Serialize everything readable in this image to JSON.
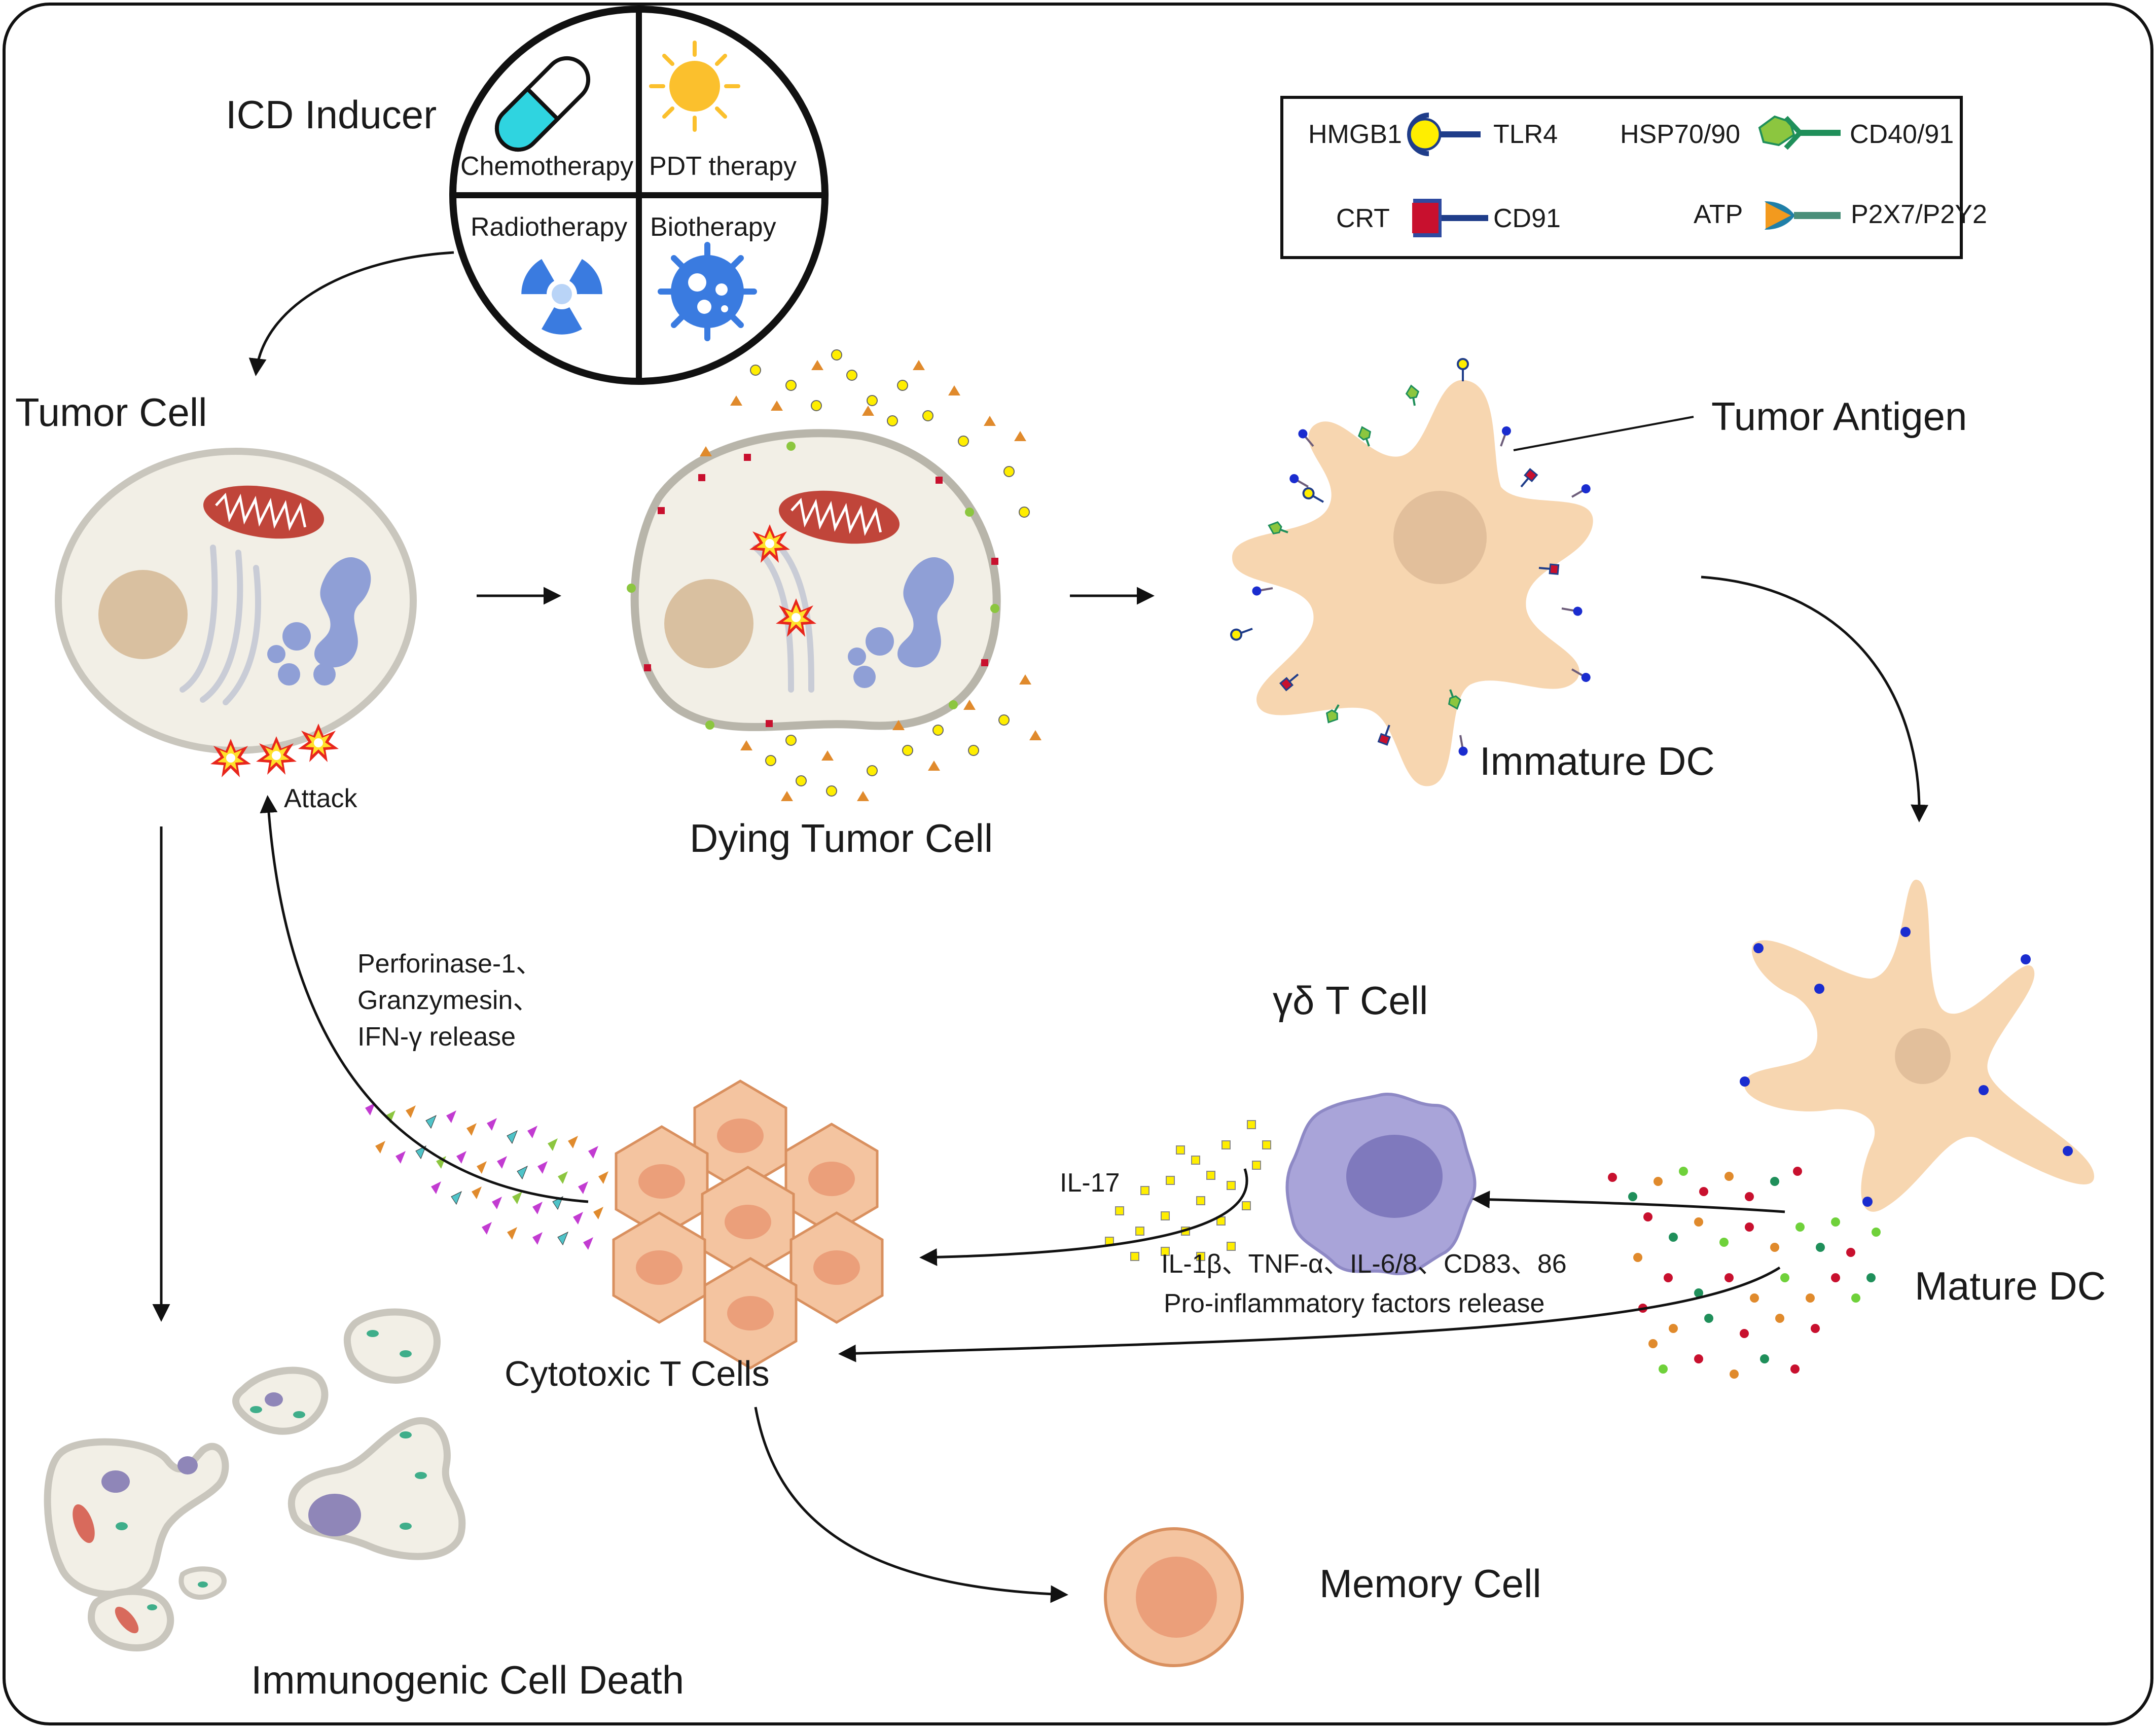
{
  "icd_inducer": {
    "title": "ICD Inducer",
    "quadrants": [
      "Chemotherapy",
      "PDT therapy",
      "Radiotherapy",
      "Biotherapy"
    ]
  },
  "legend": {
    "items": [
      {
        "ligand": "HMGB1",
        "receptor": "TLR4"
      },
      {
        "ligand": "HSP70/90",
        "receptor": "CD40/91"
      },
      {
        "ligand": "CRT",
        "receptor": "CD91"
      },
      {
        "ligand": "ATP",
        "receptor": "P2X7/P2Y2"
      }
    ]
  },
  "cells": {
    "tumor_cell": "Tumor Cell",
    "attack": "Attack",
    "dying_tumor_cell": "Dying Tumor Cell",
    "tumor_antigen": "Tumor Antigen",
    "immature_dc": "Immature DC",
    "mature_dc": "Mature DC",
    "gd_t_cell": "γδ T Cell",
    "cytotoxic_t_cells": "Cytotoxic T Cells",
    "memory_cell": "Memory Cell",
    "icd": "Immunogenic Cell Death"
  },
  "release_labels": {
    "ctl_line1": "Perforinase-1、",
    "ctl_line2": "Granzymesin、",
    "ctl_line3": "IFN-γ release",
    "il17": "IL-17",
    "dc_line1": "IL-1β、TNF-α、IL-6/8、CD83、86",
    "dc_line2": "Pro-inflammatory factors release"
  },
  "colors": {
    "cell_fill": "#f2efe6",
    "cell_stroke": "#c9c6bd",
    "nucleus": "#d9c0a0",
    "mito": "#c0453a",
    "golgi": "#8f9fd6",
    "dc_fill": "#f7d6b0",
    "tcell_fill": "#f4c4a0",
    "tcell_stroke": "#d9905f",
    "gd_fill": "#a9a4d9",
    "hmgb1": "#ffee00",
    "atp": "#e08a2c",
    "crt": "#c8102e",
    "receptor": "#1f3d8a"
  }
}
